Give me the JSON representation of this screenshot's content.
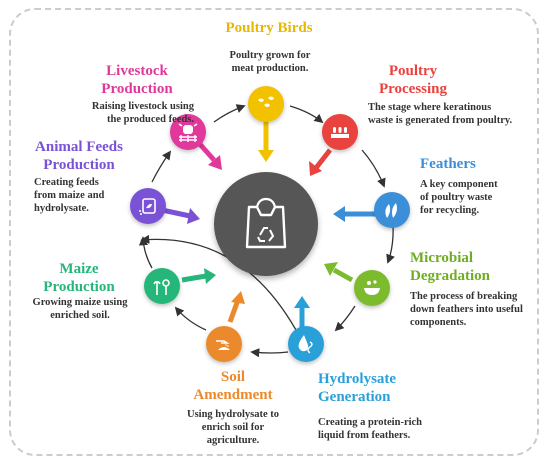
{
  "center": {
    "icon": "recycle-bag-icon",
    "color": "#555555"
  },
  "nodes": [
    {
      "key": "poultry-birds",
      "title": "Poultry Birds",
      "description": "Poultry grown for\nmeat production.",
      "color": "#f2c200",
      "icon": "birds-icon"
    },
    {
      "key": "poultry-processing",
      "title": "Poultry\nProcessing",
      "description": "The stage where keratinous\nwaste is generated from poultry.",
      "color": "#e8433f",
      "icon": "processing-icon"
    },
    {
      "key": "feathers",
      "title": "Feathers",
      "description": "A key component\nof poultry waste\nfor recycling.",
      "color": "#3a8fd8",
      "icon": "feathers-icon"
    },
    {
      "key": "microbial-degradation",
      "title": "Microbial\nDegradation",
      "description": "The process of breaking\ndown feathers into useful\ncomponents.",
      "color": "#7dbb2e",
      "icon": "microbe-bowl-icon"
    },
    {
      "key": "hydrolysate-generation",
      "title": "Hydrolysate\nGeneration",
      "description": "Creating a protein-rich\nliquid from feathers.",
      "color": "#2aa0d8",
      "icon": "droplet-dna-icon"
    },
    {
      "key": "soil-amendment",
      "title": "Soil\nAmendment",
      "description": "Using hydrolysate to\nenrich soil for\nagriculture.",
      "color": "#ea8a2c",
      "icon": "soil-hand-icon"
    },
    {
      "key": "maize-production",
      "title": "Maize\nProduction",
      "description": "Growing maize using\nenriched soil.",
      "color": "#27b679",
      "icon": "maize-icon"
    },
    {
      "key": "animal-feeds-production",
      "title": "Animal Feeds\nProduction",
      "description": "Creating feeds\nfrom maize and\nhydrolysate.",
      "color": "#7a52d6",
      "icon": "feed-bag-icon"
    },
    {
      "key": "livestock-production",
      "title": "Livestock\nProduction",
      "description": "Raising livestock using\nthe produced feeds.",
      "color": "#e0399b",
      "icon": "cow-fence-icon"
    }
  ]
}
